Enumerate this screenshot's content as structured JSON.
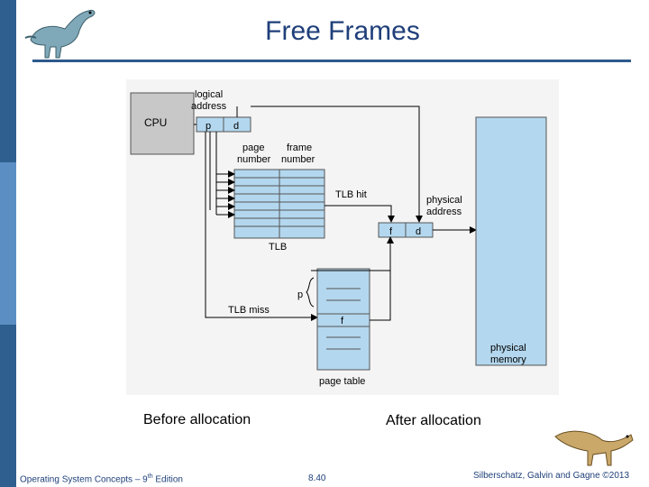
{
  "slide": {
    "title": "Free Frames",
    "caption_before": "Before allocation",
    "caption_after": "After allocation",
    "footer_left_prefix": "Operating System Concepts – 9",
    "footer_left_sup": "th",
    "footer_left_suffix": " Edition",
    "footer_center": "8.40",
    "footer_right": "Silberschatz, Galvin and Gagne ©2013"
  },
  "diagram": {
    "cpu": "CPU",
    "logical_address_1": "logical",
    "logical_address_2": "address",
    "p": "p",
    "d": "d",
    "page_number_1": "page",
    "page_number_2": "number",
    "frame_number_1": "frame",
    "frame_number_2": "number",
    "tlb_hit": "TLB hit",
    "tlb": "TLB",
    "physical_address_1": "physical",
    "physical_address_2": "address",
    "f": "f",
    "tlb_miss": "TLB miss",
    "page_table": "page table",
    "physical_memory_1": "physical",
    "physical_memory_2": "memory"
  },
  "colors": {
    "title": "#1f3f7a",
    "rule": "#2d5a8c",
    "box_fill": "#b3d7ee",
    "cpu_fill": "#c8c8c8"
  }
}
